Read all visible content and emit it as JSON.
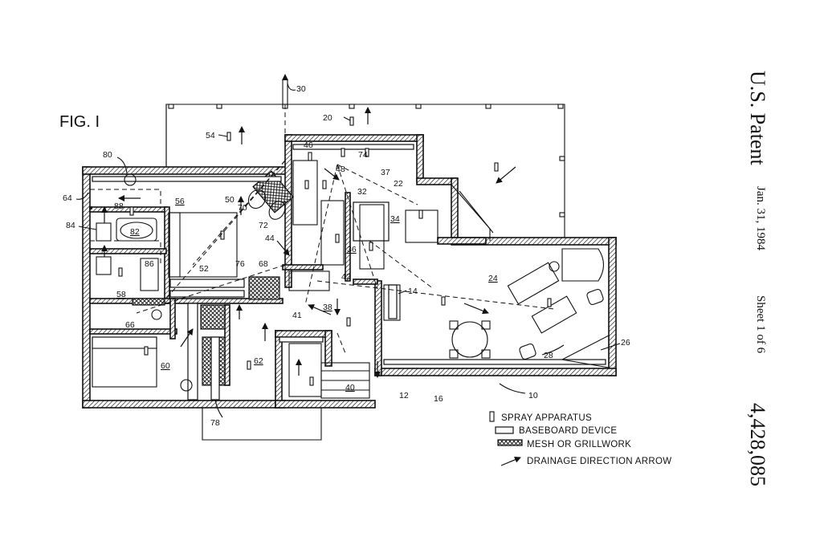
{
  "figure": {
    "title": "FIG. I",
    "reference_numerals": [
      "30",
      "20",
      "54",
      "46",
      "74",
      "48",
      "37",
      "80",
      "64",
      "56",
      "50",
      "70",
      "72",
      "44",
      "88",
      "84",
      "82",
      "86",
      "58",
      "52",
      "76",
      "68",
      "66",
      "22",
      "32",
      "42",
      "36",
      "34",
      "24",
      "41",
      "38",
      "14",
      "60",
      "62",
      "28",
      "26",
      "12",
      "16",
      "10",
      "40",
      "78"
    ]
  },
  "header": {
    "patent_label": "U.S. Patent",
    "date": "Jan. 31, 1984",
    "sheet": "Sheet 1 of 6",
    "patent_number": "4,428,085"
  },
  "legend": {
    "items": [
      {
        "symbol": "spray",
        "label": "SPRAY APPARATUS"
      },
      {
        "symbol": "baseboard",
        "label": "BASEBOARD DEVICE"
      },
      {
        "symbol": "mesh",
        "label": "MESH OR GRILLWORK"
      },
      {
        "symbol": "arrow",
        "label": "DRAINAGE DIRECTION ARROW"
      }
    ]
  }
}
